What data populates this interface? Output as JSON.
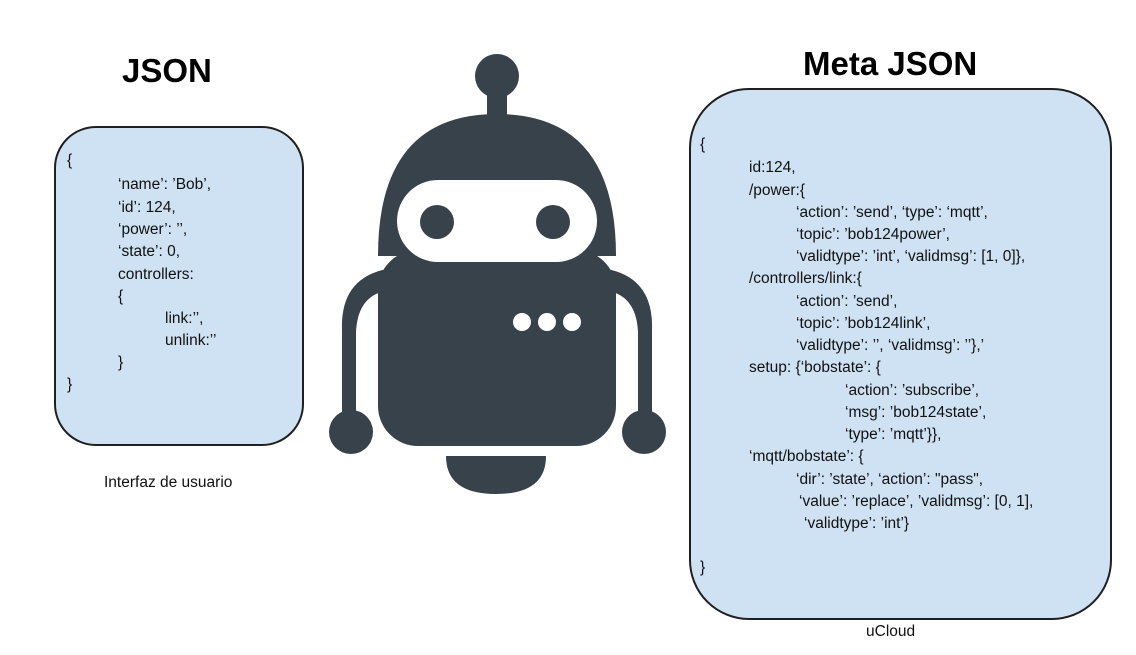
{
  "left": {
    "title": "JSON",
    "caption": "Interfaz de usuario",
    "lines": [
      "{",
      "‘name’: ’Bob’,",
      "‘id’: 124,",
      "‘power’: ’’,",
      "‘state’: 0,",
      "controllers:",
      "{",
      "link:’’,",
      "unlink:’’",
      "}",
      "}"
    ]
  },
  "right": {
    "title": "Meta JSON",
    "caption": "uCloud",
    "lines": [
      "{",
      "id:124,",
      "/power:{",
      "‘action’: ’send’, ‘type’: ‘mqtt’,",
      "‘topic’: ’bob124power’,",
      "‘validtype’: ’int’, ‘validmsg’: [1, 0]},",
      "/controllers/link:{",
      "‘action’: ’send’,",
      "‘topic’: ’bob124link’,",
      "‘validtype’: ’’, ‘validmsg’: ’’},’",
      "setup: {‘bobstate’: {",
      "‘action’: ’subscribe’,",
      "‘msg’: ’bob124state’,",
      "‘type’: ’mqtt’}},",
      "‘mqtt/bobstate’: {",
      "‘dir’: ’state’, ‘action’: \"pass\",",
      "‘value’: ’replace’, ’validmsg’: [0, 1],",
      "‘validtype’: ’int’}",
      "}"
    ]
  },
  "icons": {
    "robot": "robot-icon"
  },
  "colors": {
    "panel_fill": "#cfe2f3",
    "panel_border": "#1f1f1f",
    "robot": "#37424a",
    "robot_eyes": "#ffffff"
  }
}
